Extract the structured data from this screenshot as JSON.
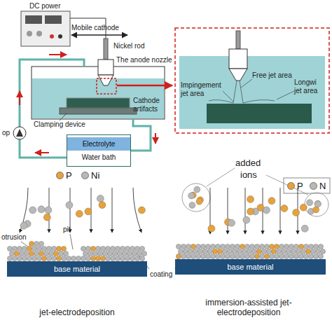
{
  "diagram": {
    "nodes": [
      {
        "text": [
          "Electrolyte",
          "Water bath"
        ]
      },
      {
        "text": [
          "base material"
        ]
      },
      {
        "text": [
          "base material"
        ]
      }
    ],
    "labels": [
      "DC power",
      "Mobile cathode",
      "Nickel rod",
      "The anode nozzle",
      "Clamping device",
      "Cathode artifacts",
      "op",
      "Impingement jet area",
      "Free jet area",
      "Longwi jet area",
      "otrusion",
      "pit",
      "coating",
      "jet-electrodeposition",
      "added",
      "ions",
      "immersion-assisted jet-electrodeposition"
    ],
    "legend": [
      {
        "text": "P",
        "color": "#e8a23a"
      },
      {
        "text": "Ni",
        "color": "#b8b8b8"
      },
      {
        "text": "P",
        "color": "#e8a23a"
      },
      {
        "text": "N",
        "color": "#b8b8b8"
      }
    ]
  }
}
